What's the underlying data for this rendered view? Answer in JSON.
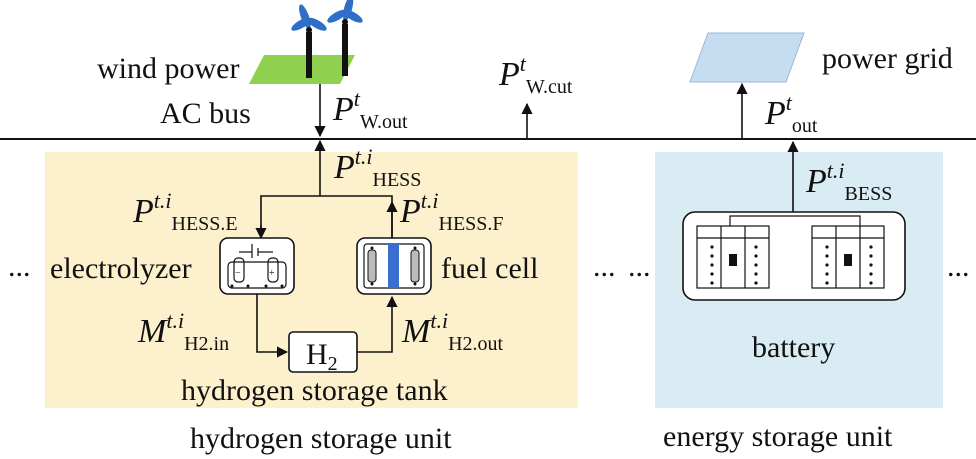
{
  "labels": {
    "wind_power": "wind power",
    "power_grid": "power grid",
    "ac_bus": "AC bus",
    "electrolyzer": "electrolyzer",
    "fuel_cell": "fuel cell",
    "h2": "H",
    "h2_sub": "2",
    "hydrogen_storage_tank": "hydrogen storage tank",
    "hydrogen_storage_unit": "hydrogen storage unit",
    "battery": "battery",
    "energy_storage_unit": "energy storage unit",
    "ellipsis": "..."
  },
  "symbols": {
    "p_w_out": {
      "base": "P",
      "sup": "t",
      "sub": "W.out"
    },
    "p_w_cut": {
      "base": "P",
      "sup": "t",
      "sub": "W.cut"
    },
    "p_out": {
      "base": "P",
      "sup": "t",
      "sub": "out"
    },
    "p_hess": {
      "base": "P",
      "sup": "t.i",
      "sub": "HESS"
    },
    "p_hess_e": {
      "base": "P",
      "sup": "t.i",
      "sub": "HESS.E"
    },
    "p_hess_f": {
      "base": "P",
      "sup": "t.i",
      "sub": "HESS.F"
    },
    "p_bess": {
      "base": "P",
      "sup": "t.i",
      "sub": "BESS"
    },
    "m_h2_in": {
      "base": "M",
      "sup": "t.i",
      "sub": "H2.in"
    },
    "m_h2_out": {
      "base": "M",
      "sup": "t.i",
      "sub": "H2.out"
    }
  },
  "colors": {
    "hydrogen_unit_fill": "#fdf0cc",
    "energy_unit_fill": "#d9ecf4",
    "wind_ground": "#8fd14f",
    "turbine_blade": "#2d6fc9",
    "grid_fill": "#c6dcf0",
    "fuel_cell_membrane": "#3a6fd0"
  }
}
